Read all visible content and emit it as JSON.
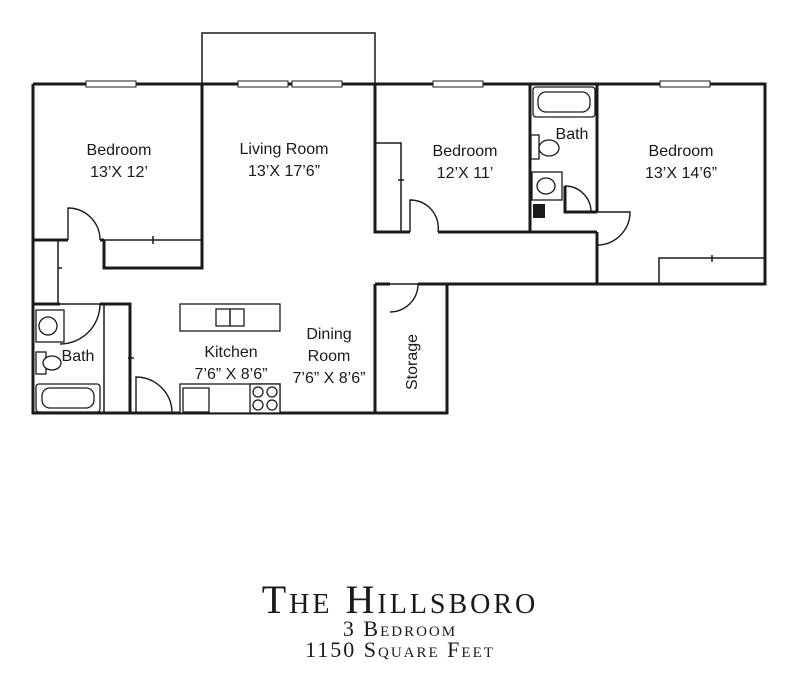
{
  "rooms": {
    "bedroom_left": {
      "name": "Bedroom",
      "size": "13’X 12’"
    },
    "living_room": {
      "name": "Living Room",
      "size": "13’X 17’6”"
    },
    "bedroom_middle": {
      "name": "Bedroom",
      "size": "12’X 11’"
    },
    "bath_right": {
      "name": "Bath"
    },
    "bedroom_right": {
      "name": "Bedroom",
      "size": "13’X 14’6”"
    },
    "bath_left": {
      "name": "Bath"
    },
    "kitchen": {
      "name": "Kitchen",
      "size": "7’6” X 8’6”"
    },
    "dining_room": {
      "name_line1": "Dining",
      "name_line2": "Room",
      "size": "7’6” X 8’6”"
    },
    "storage": {
      "name": "Storage"
    }
  },
  "footer": {
    "title": "The Hillsboro",
    "subtitle": "3 Bedroom",
    "area": "1150 Square Feet"
  },
  "colors": {
    "ink": "#1a1a1a",
    "background": "#ffffff"
  }
}
